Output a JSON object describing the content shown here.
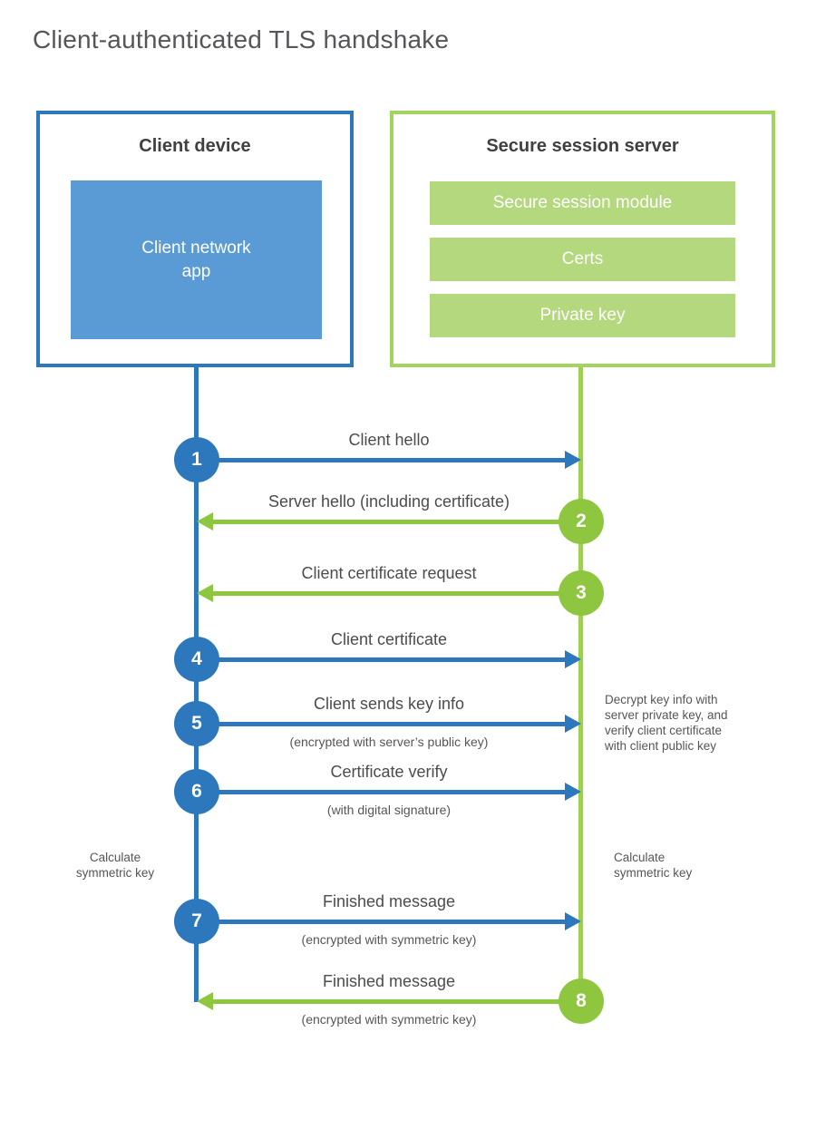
{
  "title": "Client-authenticated TLS handshake",
  "client": {
    "title": "Client device",
    "app": "Client network\napp"
  },
  "server": {
    "title": "Secure session server",
    "modules": [
      "Secure session module",
      "Certs",
      "Private key"
    ]
  },
  "steps": [
    {
      "num": "1",
      "from": "client",
      "direction": "to-server",
      "label": "Client hello",
      "sub": ""
    },
    {
      "num": "2",
      "from": "server",
      "direction": "to-client",
      "label": "Server hello (including certificate)",
      "sub": ""
    },
    {
      "num": "3",
      "from": "server",
      "direction": "to-client",
      "label": "Client certificate request",
      "sub": ""
    },
    {
      "num": "4",
      "from": "client",
      "direction": "to-server",
      "label": "Client certificate",
      "sub": ""
    },
    {
      "num": "5",
      "from": "client",
      "direction": "to-server",
      "label": "Client sends key info",
      "sub": "(encrypted with server’s public key)"
    },
    {
      "num": "6",
      "from": "client",
      "direction": "to-server",
      "label": "Certificate verify",
      "sub": "(with digital signature)"
    },
    {
      "num": "7",
      "from": "client",
      "direction": "to-server",
      "label": "Finished message",
      "sub": "(encrypted with symmetric key)"
    },
    {
      "num": "8",
      "from": "server",
      "direction": "to-client",
      "label": "Finished message",
      "sub": "(encrypted with symmetric key)"
    }
  ],
  "annotations": {
    "decrypt_note": "Decrypt key info with\nserver private key, and\nverify client certificate\nwith client public key",
    "calc_left": "Calculate\nsymmetric key",
    "calc_right": "Calculate\nsymmetric key"
  },
  "colors": {
    "blue_stroke": "#2d78bd",
    "blue_fill": "#5b9bd5",
    "green_stroke": "#8ec63f",
    "green_border": "#a3d45f",
    "green_fill": "#b3d87e",
    "text_dark": "#3f4043",
    "text_gray": "#55565a"
  }
}
